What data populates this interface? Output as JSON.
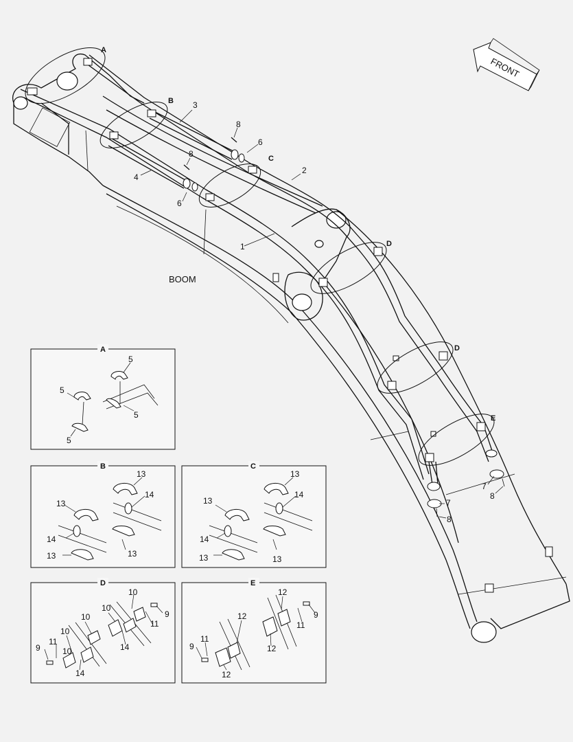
{
  "title": "BOOM",
  "front_arrow": {
    "text": "FRONT"
  },
  "main_view": {
    "callouts": [
      {
        "id": "c1",
        "text": "1"
      },
      {
        "id": "c2",
        "text": "2"
      },
      {
        "id": "c3",
        "text": "3"
      },
      {
        "id": "c4",
        "text": "4"
      },
      {
        "id": "c6a",
        "text": "6"
      },
      {
        "id": "c6b",
        "text": "6"
      },
      {
        "id": "c7a",
        "text": "7"
      },
      {
        "id": "c7b",
        "text": "7"
      },
      {
        "id": "c8a",
        "text": "8"
      },
      {
        "id": "c8b",
        "text": "8"
      },
      {
        "id": "c8c",
        "text": "8"
      },
      {
        "id": "c8d",
        "text": "8"
      }
    ],
    "detail_refs": [
      {
        "id": "rA",
        "text": "A"
      },
      {
        "id": "rB",
        "text": "B"
      },
      {
        "id": "rC",
        "text": "C"
      },
      {
        "id": "rD1",
        "text": "D"
      },
      {
        "id": "rD2",
        "text": "D"
      },
      {
        "id": "rE",
        "text": "E"
      }
    ]
  },
  "details": [
    {
      "key": "A",
      "label": "A",
      "callouts": [
        "5",
        "5",
        "5",
        "5"
      ]
    },
    {
      "key": "B",
      "label": "B",
      "callouts": [
        "13",
        "14",
        "13",
        "14",
        "13",
        "13"
      ]
    },
    {
      "key": "C",
      "label": "C",
      "callouts": [
        "13",
        "14",
        "13",
        "14",
        "13",
        "13"
      ]
    },
    {
      "key": "D",
      "label": "D",
      "callouts": [
        "10",
        "9",
        "11",
        "10",
        "10",
        "14",
        "10",
        "9",
        "11",
        "10",
        "14"
      ]
    },
    {
      "key": "E",
      "label": "E",
      "callouts": [
        "12",
        "9",
        "11",
        "12",
        "12",
        "9",
        "11",
        "12"
      ]
    }
  ]
}
